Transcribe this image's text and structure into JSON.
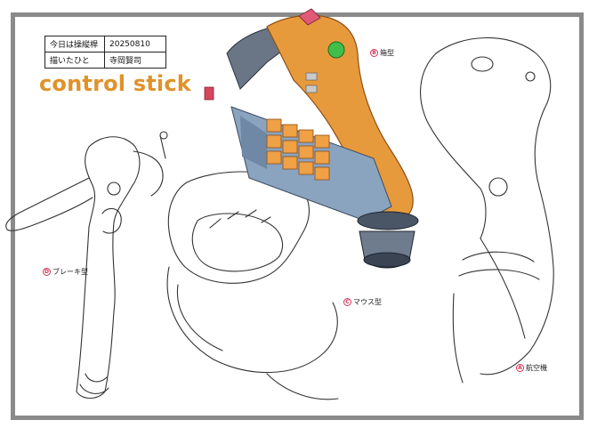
{
  "info": {
    "row1_label": "今日は操縦桿",
    "row1_value": "20250810",
    "row2_label": "描いたひと",
    "row2_value": "寺岡賢司"
  },
  "title": "control stick",
  "labels": {
    "b": {
      "letter": "B",
      "text": "箱型"
    },
    "c": {
      "letter": "C",
      "text": "マウス型"
    },
    "d": {
      "letter": "D",
      "text": "ブレーキ型"
    },
    "a": {
      "letter": "A",
      "text": "航空機"
    }
  },
  "colors": {
    "accent": "#e0922a",
    "badge": "#d6335a",
    "frame": "#8a8a8a"
  }
}
